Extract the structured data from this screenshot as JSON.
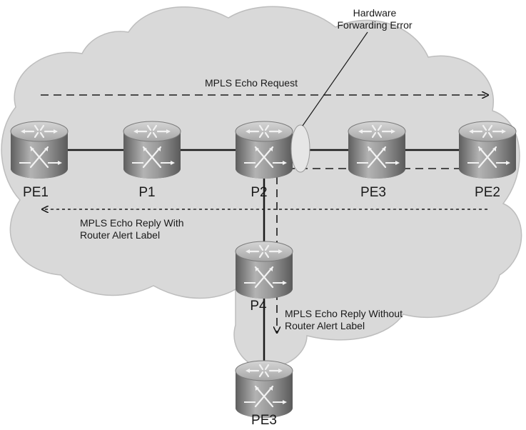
{
  "routers": [
    {
      "id": "pe1",
      "label": "PE1"
    },
    {
      "id": "p1",
      "label": "P1"
    },
    {
      "id": "p2",
      "label": "P2"
    },
    {
      "id": "pe3-top",
      "label": "PE3"
    },
    {
      "id": "pe2",
      "label": "PE2"
    },
    {
      "id": "p4",
      "label": "P4"
    },
    {
      "id": "pe3-bottom",
      "label": "PE3"
    }
  ],
  "annotations": {
    "hw_error_line1": "Hardware",
    "hw_error_line2": "Forwarding Error",
    "echo_request": "MPLS Echo Request",
    "reply_with_line1": "MPLS Echo Reply With",
    "reply_with_line2": "Router Alert Label",
    "reply_without_line1": "MPLS Echo Reply Without",
    "reply_without_line2": "Router Alert Label"
  },
  "colors": {
    "cloud": "#d9d9d9",
    "cloud_edge": "#bdbdbd",
    "router_body": "#8c8c8c",
    "link": "#1a1a1a",
    "error_marker": "#e6e6e6"
  }
}
